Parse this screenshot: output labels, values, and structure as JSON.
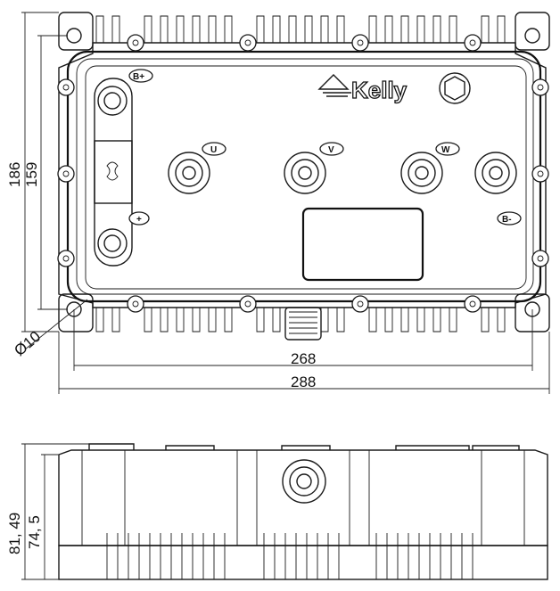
{
  "dimensions": {
    "height_outer": "186",
    "height_inner": "159",
    "width_inner": "268",
    "width_outer": "288",
    "hole_diameter": "Ø10",
    "side_height_outer": "81, 49",
    "side_height_inner": "74, 5"
  },
  "labels": {
    "brand": "Kelly",
    "terminal_b_plus": "B+",
    "terminal_u": "U",
    "terminal_v": "V",
    "terminal_w": "W",
    "terminal_b_minus": "B-",
    "terminal_plus": "+"
  }
}
